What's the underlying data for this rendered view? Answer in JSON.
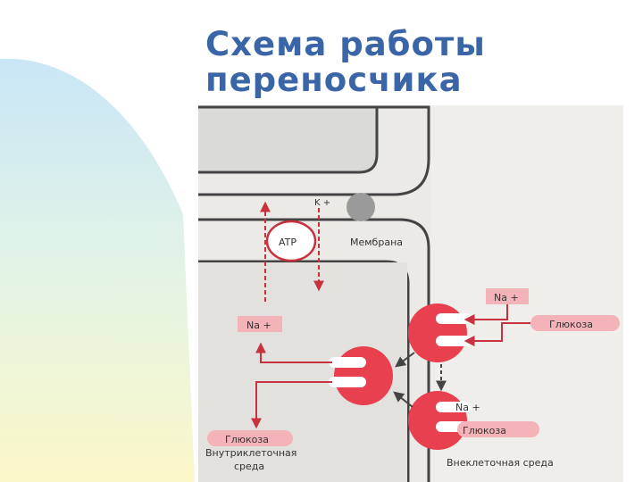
{
  "slide": {
    "title": "Схема работы переносчика глюкозы"
  },
  "diagram": {
    "k_ion": "K +",
    "atp": "ATP",
    "membrane": "Мембрана",
    "na_left": "Na +",
    "na_top": "Na +",
    "na_bottom": "Na +",
    "glucose_top": "Глюкоза",
    "glucose_bottom": "Глюкоза",
    "glucose_left": "Глюкоза",
    "intracellular_line1": "Внутриклеточная",
    "intracellular_line2": "среда",
    "extracellular": "Внеклеточная среда"
  },
  "colors": {
    "title": "#3a66a8",
    "transporter": "#e8404f",
    "arrow": "#c8323e",
    "label_box": "#f3b3b8"
  }
}
